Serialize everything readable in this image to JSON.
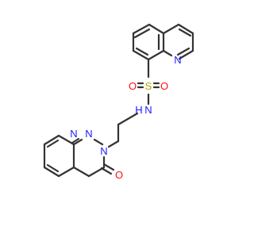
{
  "molecule": {
    "atoms": [
      {
        "key": "nq",
        "symbol": "N",
        "color": "#1a1aff"
      },
      {
        "key": "s",
        "symbol": "S",
        "color": "#b3a200"
      },
      {
        "key": "o1",
        "symbol": "O",
        "color": "#ff0d0d"
      },
      {
        "key": "o2",
        "symbol": "O",
        "color": "#ff0d0d"
      },
      {
        "key": "nh",
        "symbol": "N",
        "color": "#1a1aff"
      },
      {
        "key": "h",
        "symbol": "H",
        "color": "#1a1aff"
      },
      {
        "key": "n1",
        "symbol": "N",
        "color": "#1a1aff"
      },
      {
        "key": "n2",
        "symbol": "N",
        "color": "#1a1aff"
      },
      {
        "key": "n3",
        "symbol": "N",
        "color": "#1a1aff"
      },
      {
        "key": "oc",
        "symbol": "O",
        "color": "#ff0d0d"
      }
    ]
  }
}
